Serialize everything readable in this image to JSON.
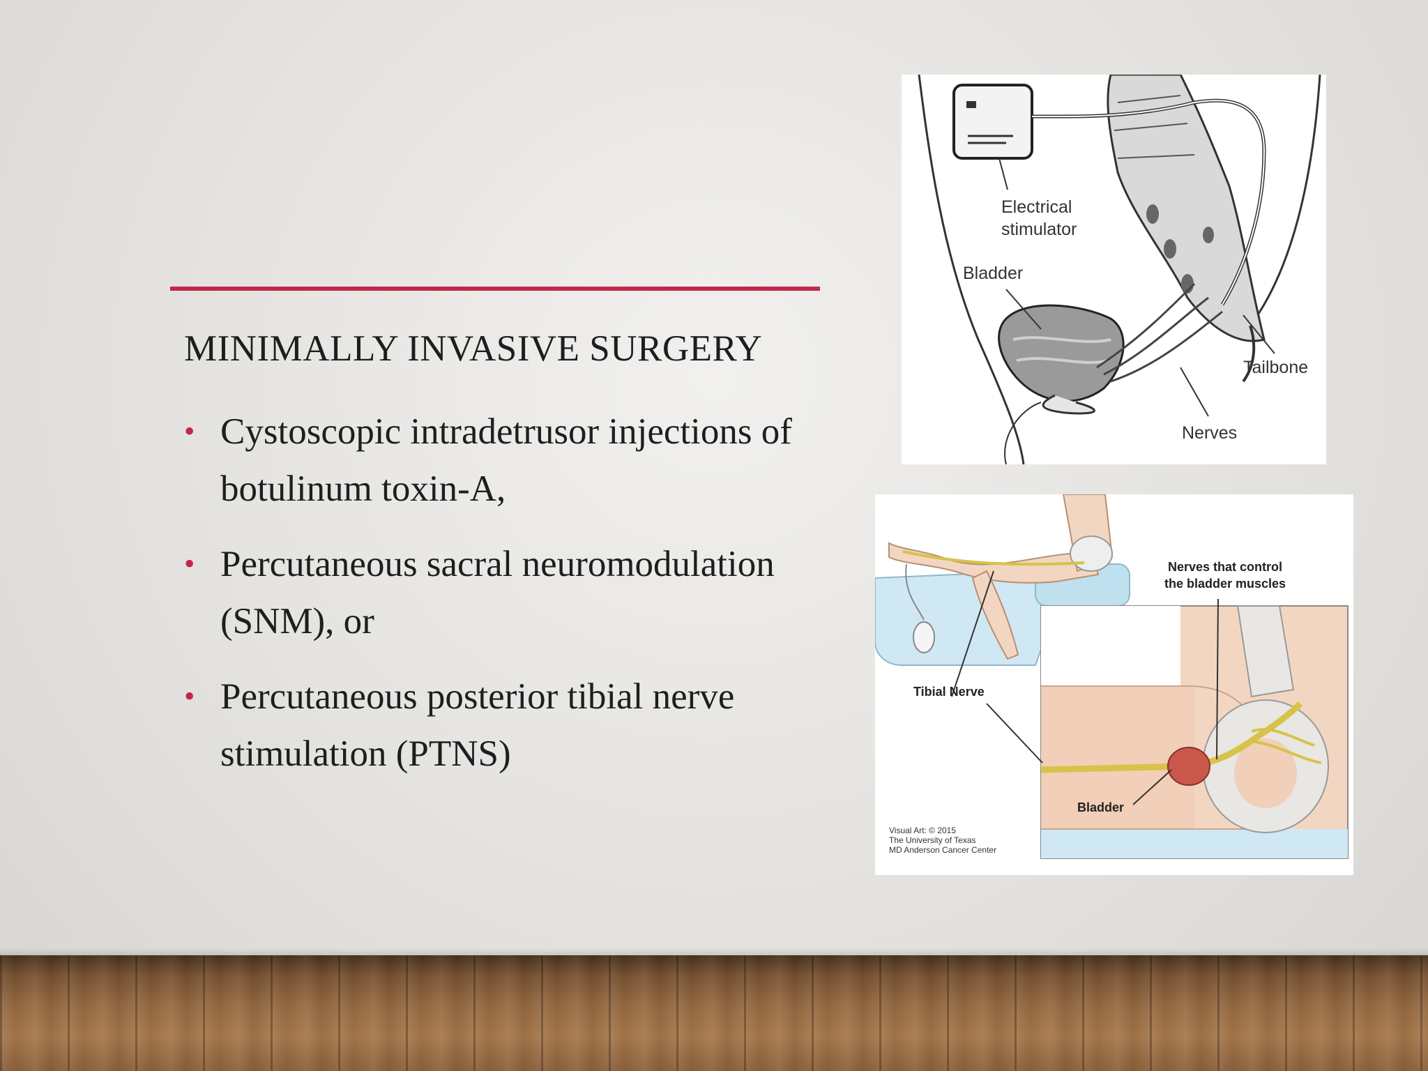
{
  "slide": {
    "title": "MINIMALLY INVASIVE SURGERY",
    "accent_color": "#c0284a",
    "bullets": [
      "Cystoscopic intradetrusor injections of botulinum toxin-A,",
      "Percutaneous sacral neuromodulation (SNM), or",
      "Percutaneous posterior tibial nerve stimulation (PTNS)"
    ]
  },
  "figure_sacral": {
    "labels": {
      "stimulator_line1": "Electrical",
      "stimulator_line2": "stimulator",
      "bladder": "Bladder",
      "tailbone": "Tailbone",
      "nerves": "Nerves"
    }
  },
  "figure_tibial": {
    "labels": {
      "nerves_line1": "Nerves that control",
      "nerves_line2": "the bladder muscles",
      "tibial_nerve": "Tibial Nerve",
      "bladder": "Bladder",
      "credit_line1": "Visual Art: © 2015",
      "credit_line2": "The University of Texas",
      "credit_line3": "MD Anderson Cancer Center"
    }
  }
}
